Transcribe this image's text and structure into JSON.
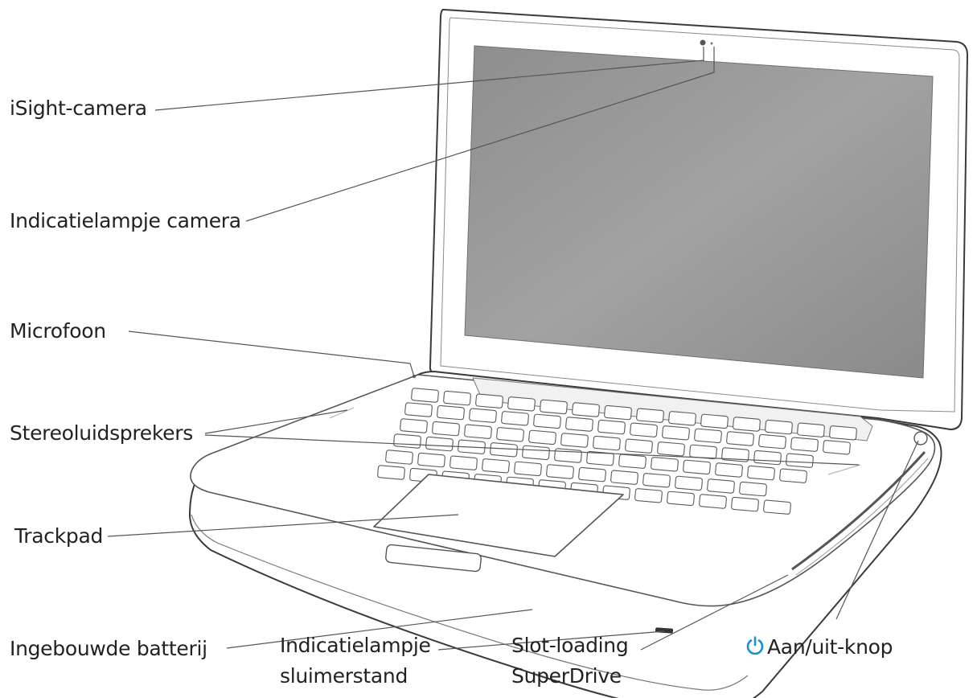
{
  "labels": {
    "isight_camera": "iSight-camera",
    "camera_indicator": "Indicatielampje camera",
    "microphone": "Microfoon",
    "stereo_speakers": "Stereoluidsprekers",
    "trackpad": "Trackpad",
    "built_in_battery": "Ingebouwde batterij",
    "sleep_indicator_line1": "Indicatielampje",
    "sleep_indicator_line2": "sluimerstand",
    "superdrive_line1": "Slot-loading",
    "superdrive_line2": "SuperDrive",
    "power_button": "Aan/uit-knop"
  },
  "icons": {
    "power": "power-icon"
  },
  "colors": {
    "power_icon": "#1a8fd6",
    "screen": "#9a9a9a",
    "leader_line": "#555555",
    "outline": "#4a4a4a"
  }
}
